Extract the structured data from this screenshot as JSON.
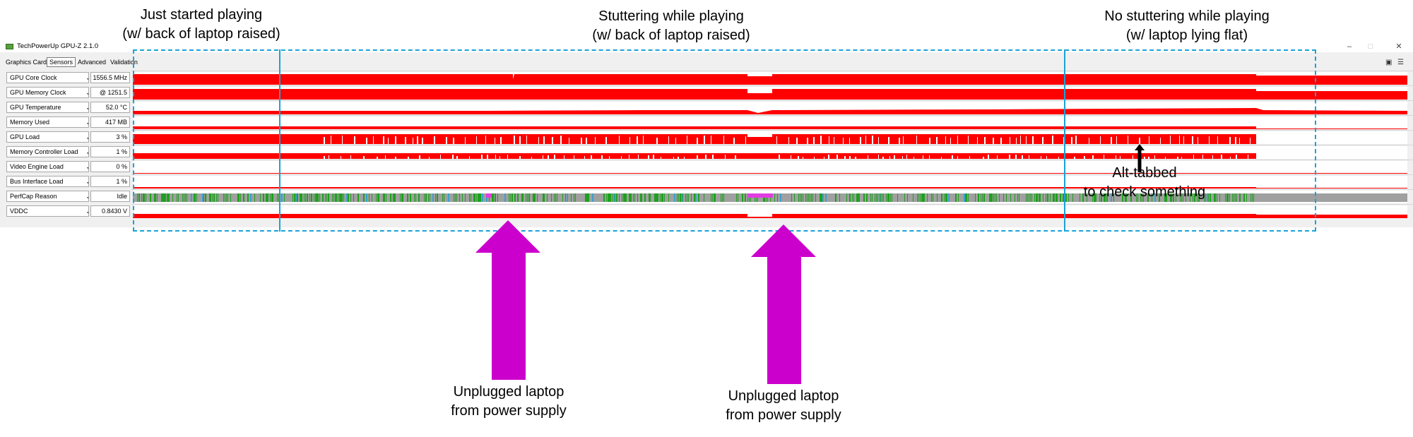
{
  "window": {
    "title": "TechPowerUp GPU-Z 2.1.0",
    "icon": "gpu-z-icon",
    "controls": [
      "–",
      "□",
      "✕"
    ]
  },
  "tabs": [
    {
      "label": "Graphics Card",
      "active": false
    },
    {
      "label": "Sensors",
      "active": true
    },
    {
      "label": "Advanced",
      "active": false
    },
    {
      "label": "Validation",
      "active": false
    }
  ],
  "toolbar_icons": [
    "camera-icon",
    "menu-icon"
  ],
  "sensors": [
    {
      "name": "GPU Core Clock",
      "value": "1556.5 MHz"
    },
    {
      "name": "GPU Memory Clock",
      "value": "@ 1251.5"
    },
    {
      "name": "GPU Temperature",
      "value": "52.0 °C"
    },
    {
      "name": "Memory Used",
      "value": "417 MB"
    },
    {
      "name": "GPU Load",
      "value": "3 %"
    },
    {
      "name": "Memory Controller Load",
      "value": "1 %"
    },
    {
      "name": "Video Engine Load",
      "value": "0 %"
    },
    {
      "name": "Bus Interface Load",
      "value": "1 %"
    },
    {
      "name": "PerfCap Reason",
      "value": "Idle"
    },
    {
      "name": "VDDC",
      "value": "0.8430 V"
    }
  ],
  "annotations": {
    "just_started": {
      "line1": "Just started playing",
      "line2": "(w/ back of laptop raised)"
    },
    "stuttering": {
      "line1": "Stuttering while playing",
      "line2": "(w/ back of laptop raised)"
    },
    "no_stuttering": {
      "line1": "No stuttering while playing",
      "line2": "(w/ laptop lying flat)"
    },
    "alt_tabbed": {
      "line1": "Alt-tabbed",
      "line2": "to check something"
    },
    "unplugged_1": {
      "line1": "Unplugged laptop",
      "line2": "from power supply"
    },
    "unplugged_2": {
      "line1": "Unplugged laptop",
      "line2": "from power supply"
    }
  },
  "colors": {
    "graph_fill": "#ff0000",
    "perfcap_green": "#1fa01f",
    "perfcap_gray": "#a0a0a0",
    "perfcap_magenta": "#e23ce2",
    "arrow_magenta": "#cc00cc",
    "box_border": "#1aa2d8"
  }
}
